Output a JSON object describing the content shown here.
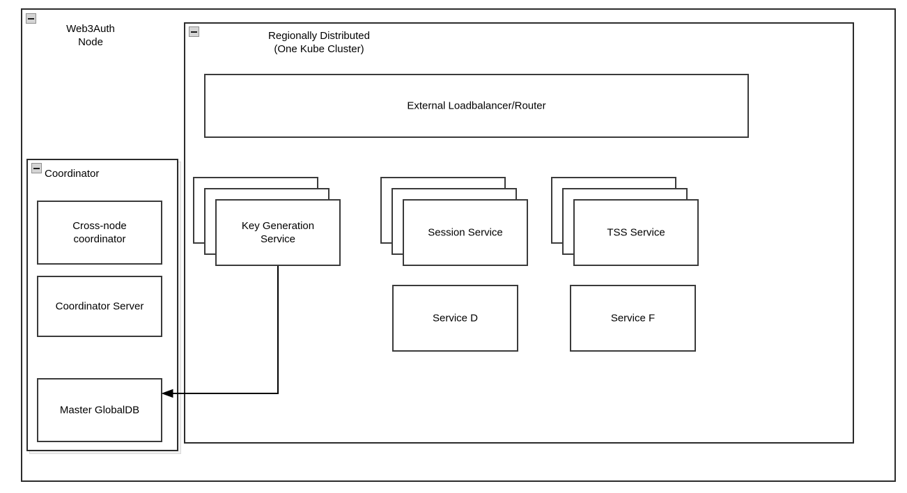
{
  "diagram": {
    "title": "Web3Auth Node architecture",
    "type": "architecture-diagram",
    "background_color": "#ffffff",
    "border_color": "#2b2b2b",
    "box_border_color": "#3a3a3a",
    "collapse_icon_color": "#d4d4d4"
  },
  "outer_container": {
    "label": "Web3Auth\nNode",
    "collapse_icon": "minus-collapse-icon"
  },
  "cluster_container": {
    "label": "Regionally Distributed\n(One Kube Cluster)",
    "collapse_icon": "minus-collapse-icon"
  },
  "coordinator_container": {
    "label": "Coordinator",
    "collapse_icon": "minus-collapse-icon",
    "children": [
      {
        "label": "Cross-node\ncoordinator"
      },
      {
        "label": "Coordinator Server"
      },
      {
        "label": "Master GlobalDB"
      }
    ]
  },
  "loadbalancer": {
    "label": "External Loadbalancer/Router"
  },
  "stacked_services": [
    {
      "label": "Key Generation\nService",
      "layers": 3
    },
    {
      "label": "Session Service",
      "layers": 3
    },
    {
      "label": "TSS Service",
      "layers": 3
    }
  ],
  "plain_services": [
    {
      "label": "Service D"
    },
    {
      "label": "Service F"
    }
  ],
  "connections": [
    {
      "name": "keygen-to-master-globaldb",
      "from": "Key Generation Service",
      "to": "Master GlobalDB",
      "arrowhead": "filled-triangle",
      "direction": "left"
    }
  ]
}
